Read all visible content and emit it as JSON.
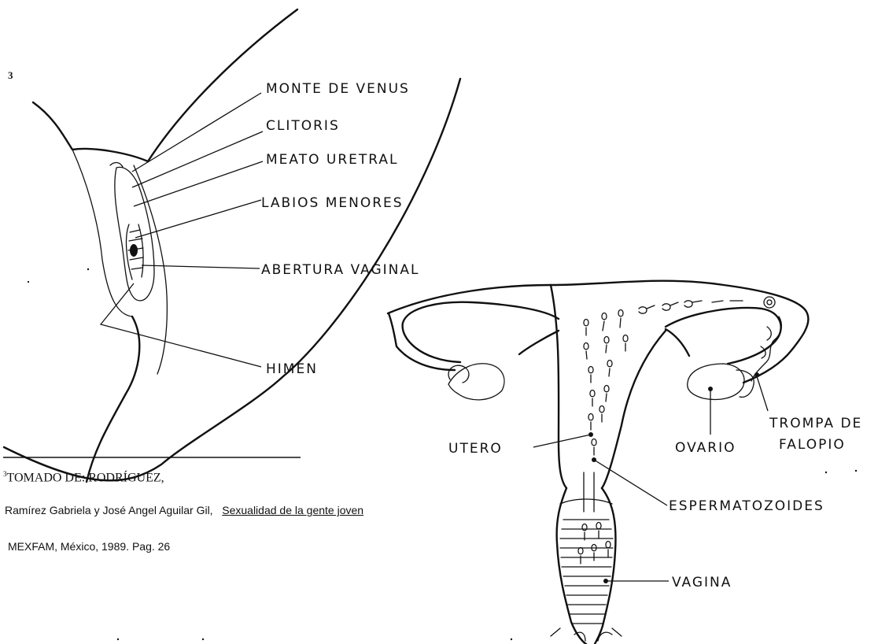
{
  "figure_number": "3",
  "external_labels": {
    "monte_de_venus": "MONTE DE VENUS",
    "clitoris": "CLITORIS",
    "meato_uretral": "MEATO URETRAL",
    "labios_menores": "LABIOS MENORES",
    "abertura_vaginal": "ABERTURA VAGINAL",
    "himen": "HIMEN"
  },
  "internal_labels": {
    "utero": "UTERO",
    "ovario": "OVARIO",
    "trompa_line1": "TROMPA DE",
    "trompa_line2": "FALOPIO",
    "espermatozoides": "ESPERMATOZOIDES",
    "vagina": "VAGINA"
  },
  "citation": {
    "marker": "3",
    "line1": "TOMADO DE:  RODRÍGUEZ,",
    "line2_authors": "Ramírez Gabriela y José Angel Aguilar Gil,",
    "line2_title": "Sexualidad de la gente joven",
    "line3": "MEXFAM,  México, 1989. Pag. 26"
  }
}
